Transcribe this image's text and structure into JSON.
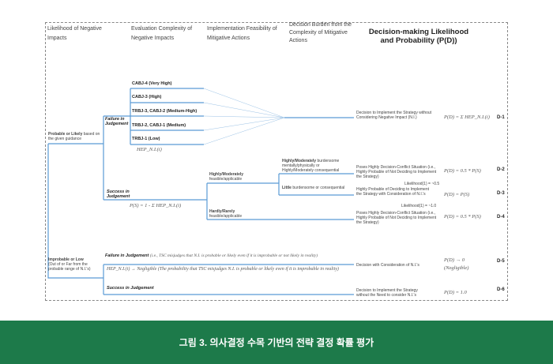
{
  "headers": {
    "h1": "Likelihood of Negative Impacts",
    "h2": "Evaluation Complexity of Negative Impacts",
    "h3": "Implementation Feasibility of Mitigative Actions",
    "h4": "Decision Burden from the Complexity of Mitigative Actions",
    "h5": "Decision-making Likelihood and Probability (P(D))"
  },
  "root": {
    "probable_bold": "Probable or Likely",
    "probable_rest": "based on the given guidance",
    "improbable_bold": "Improbable or Low",
    "improbable_rest": "(Out of or Far from the probable range of N.I.'s)"
  },
  "branches": {
    "failure": "Failure in Judgement",
    "success": "Success in Judgement",
    "ps": "P(S) = 1 - Σ HEP_N.I.(i)",
    "hep": "HEP_N.I.(i)"
  },
  "complexity": [
    "CABJ-4 (Very High)",
    "CABJ-3 (High)",
    "TRBJ-3, CABJ-2 (Medium-High)",
    "TRBJ-2, CABJ-1 (Medium)",
    "TRBJ-1 (Low)"
  ],
  "feasibility": {
    "high_bold": "Highly/Moderately",
    "high_rest": "feasible/applicable",
    "low_bold": "Hardly/Rarely",
    "low_rest": "feasible/applicable"
  },
  "burden": {
    "high_bold": "Highly/Moderately",
    "high_rest": "burdensome mentally/physically or Highly/Moderately consequential",
    "low_bold": "Little",
    "low_rest": "burdensome or consequential"
  },
  "improbable_branch": {
    "failure_bold": "Failure in Judgement",
    "failure_rest": "(i.e., TSC misjudges that N.I. is probable or likely even if it is improbable or not likely in reality)",
    "hep": "HEP_N.I.(i) → Negligible (The probability that TSC misjudges N.I. is probable or likely even if it is improbable in reality)",
    "success": "Success in Judgement"
  },
  "outcomes": [
    {
      "text": "Decision to Implement the Strategy without Considering Negative Impact (N.I.)",
      "formula": "P(D) = Σ HEP_N.I.(i)",
      "id": "D-1"
    },
    {
      "text": "Poses Highly Decision-Conflict Situation (i.e., Highly Probable of Not Deciding to Implement the Strategy)",
      "formula": "P(D) = 0.5 * P(S)",
      "id": "D-2",
      "note": "Likelihood(1) = ~0.5"
    },
    {
      "text": "Highly Probable of Deciding to Implement the Strategy with Consideration of N.I.'s",
      "formula": "P(D) = P(S)",
      "id": "D-3",
      "note": "Likelihood(1) = ~1.0"
    },
    {
      "text": "Poses Highly Decision-Conflict Situation (i.e., Highly Probable of Not Deciding to Implement the Strategy)",
      "formula": "P(D) = 0.5 * P(S)",
      "id": "D-4"
    },
    {
      "text": "Decision with Consideration of N.I.'s",
      "formula": "P(D) → 0",
      "formula2": "(Negligible)",
      "id": "D-5"
    },
    {
      "text": "Decision to Implement the Strategy without the Need to consider N.I.'s",
      "formula": "P(D) = 1.0",
      "id": "D-6"
    }
  ],
  "caption": "그림 3. 의사결정 수목 기반의 전략 결정 확률 평가",
  "colors": {
    "line": "#5b9bd5",
    "footer": "#1d7a4a"
  }
}
